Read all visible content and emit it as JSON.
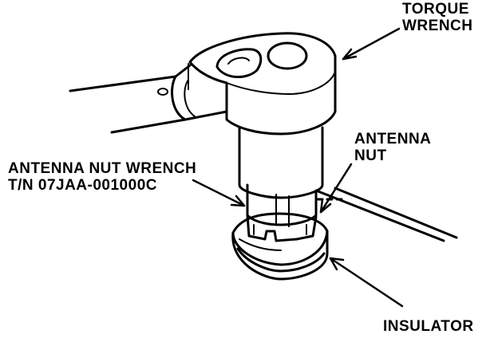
{
  "labels": {
    "torque_wrench": {
      "line1": "TORQUE",
      "line2": "WRENCH"
    },
    "antenna_nut": {
      "line1": "ANTENNA",
      "line2": "NUT"
    },
    "antenna_nut_wrench": {
      "line1": "ANTENNA NUT WRENCH",
      "line2": "T/N 07JAA-001000C"
    },
    "insulator": {
      "line1": "INSULATOR"
    }
  },
  "colors": {
    "ink": "#000000",
    "paper": "#ffffff"
  }
}
